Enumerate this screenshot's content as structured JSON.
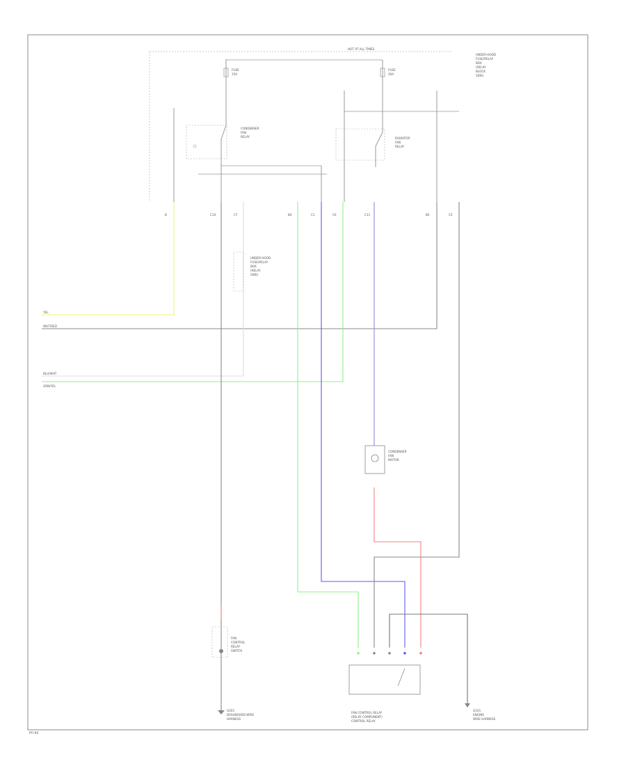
{
  "diagram": {
    "labels": {
      "hot_at_all_times": "HOT AT ALL TIMES",
      "underhood_box_top": [
        "UNDER-HOOD",
        "FUSE/RELAY",
        "BOX",
        "(RELAY",
        "BLOCK",
        "SIDE)"
      ],
      "fuse_left": [
        "FUSE",
        "15A"
      ],
      "fuse_right": [
        "FUSE",
        "20A"
      ],
      "condenser_relay": [
        "CONDENSER",
        "FAN",
        "RELAY"
      ],
      "radiator_relay": [
        "RADIATOR",
        "FAN",
        "RELAY"
      ],
      "conn_underhood_mid": [
        "UNDER-HOOD",
        "FUSE/RELAY",
        "BOX",
        "(RELAY",
        "SIDE)"
      ],
      "side_left_1": "YEL",
      "side_left_2": "WHT/RED",
      "side_left_3": "BLU/WHT",
      "side_left_4": "GRN/YEL",
      "fan_switch": [
        "FAN",
        "CONTROL",
        "RELAY",
        "SWITCH"
      ],
      "condenser_motor": [
        "CONDENSER",
        "FAN",
        "MOTOR"
      ],
      "fan_control_relay": [
        "FAN CONTROL RELAY",
        "(RELAY COMPONENT)",
        "CONTROL RELAY"
      ],
      "ground_right": [
        "G101",
        "ENGINE",
        "WIRE HARNESS"
      ],
      "ground_left": [
        "G201",
        "DASHBOARD WIRE",
        "HARNESS"
      ],
      "footer": "PFI-RE"
    },
    "colors": {
      "yellow": "#f2f27a",
      "green": "#8ef08a",
      "blue": "#5a5aee",
      "red": "#f08080",
      "black": "#7a7a7a",
      "white": "#d8d8d8"
    }
  }
}
